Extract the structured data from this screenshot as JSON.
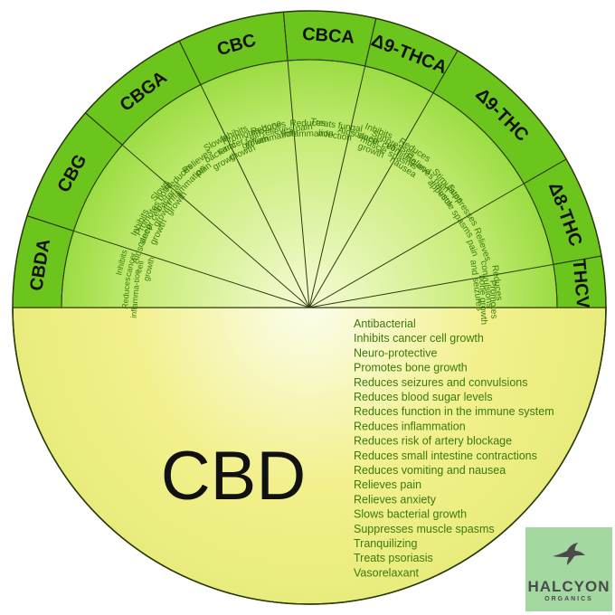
{
  "wheel": {
    "colors": {
      "outline": "#2a3a0a",
      "minor_center": "#f6fbd6",
      "minor_edge": "#7fd321",
      "band": "#6cc51c",
      "cbd_fill": "#f2f08c",
      "cbd_center": "#fbfdeb",
      "cbd_edge": "#9ed43a",
      "item_text": "#3a7a0e",
      "name_text": "#111111"
    },
    "sectors": [
      {
        "name": "CBDA",
        "effects": [
          "Reduces inflamma-tion",
          "Inhibits cancer cell growth"
        ]
      },
      {
        "name": "CBG",
        "effects": [
          "Aids sleep",
          "Inhibits cancer cell growth",
          "Promotes bone growth",
          "Slows bacterial growth"
        ]
      },
      {
        "name": "CBGA",
        "effects": [
          "Reduces inflammation",
          "Relieves pain",
          "Slows bacterial growth"
        ]
      },
      {
        "name": "CBC",
        "effects": [
          "Inhibits cancer cell growth",
          "Promotes bone growth",
          "Reduces inflammation",
          "Relieves pain"
        ]
      },
      {
        "name": "CBCA",
        "effects": [
          "Reduces inflammation",
          "Treats fungal infection"
        ]
      },
      {
        "name": "Δ9-THCA",
        "effects": [
          "Aids sleep",
          "Inhibits cancer cell growth",
          "Suppresses muscle spasms"
        ]
      },
      {
        "name": "Δ9-THC",
        "effects": [
          "Reduces vomiting and nausea",
          "Relieves pain",
          "Stimulates appetite",
          "Suppresses muscle spasms"
        ]
      },
      {
        "name": "Δ8-THC",
        "effects": [
          "Relieves pain"
        ]
      },
      {
        "name": "THCV",
        "effects": [
          "Reduces convulsions and seizures",
          "Promotes bone growth"
        ]
      }
    ],
    "cbd": {
      "name": "CBD",
      "effects": [
        "Antibacterial",
        "Inhibits cancer cell growth",
        "Neuro-protective",
        "Promotes bone growth",
        "Reduces seizures and convulsions",
        "Reduces blood sugar levels",
        "Reduces function in the immune system",
        "Reduces inflammation",
        "Reduces risk of artery blockage",
        "Reduces small intestine contractions",
        "Reduces vomiting and nausea",
        "Relieves pain",
        "Relieves anxiety",
        "Slows bacterial growth",
        "Suppresses muscle spasms",
        "Tranquilizing",
        "Treats psoriasis",
        "Vasorelaxant"
      ]
    }
  },
  "logo": {
    "brand": "HALCYON",
    "tagline": "ORGANICS",
    "icon": "hummingbird-icon",
    "color": "#a3d9a1"
  }
}
